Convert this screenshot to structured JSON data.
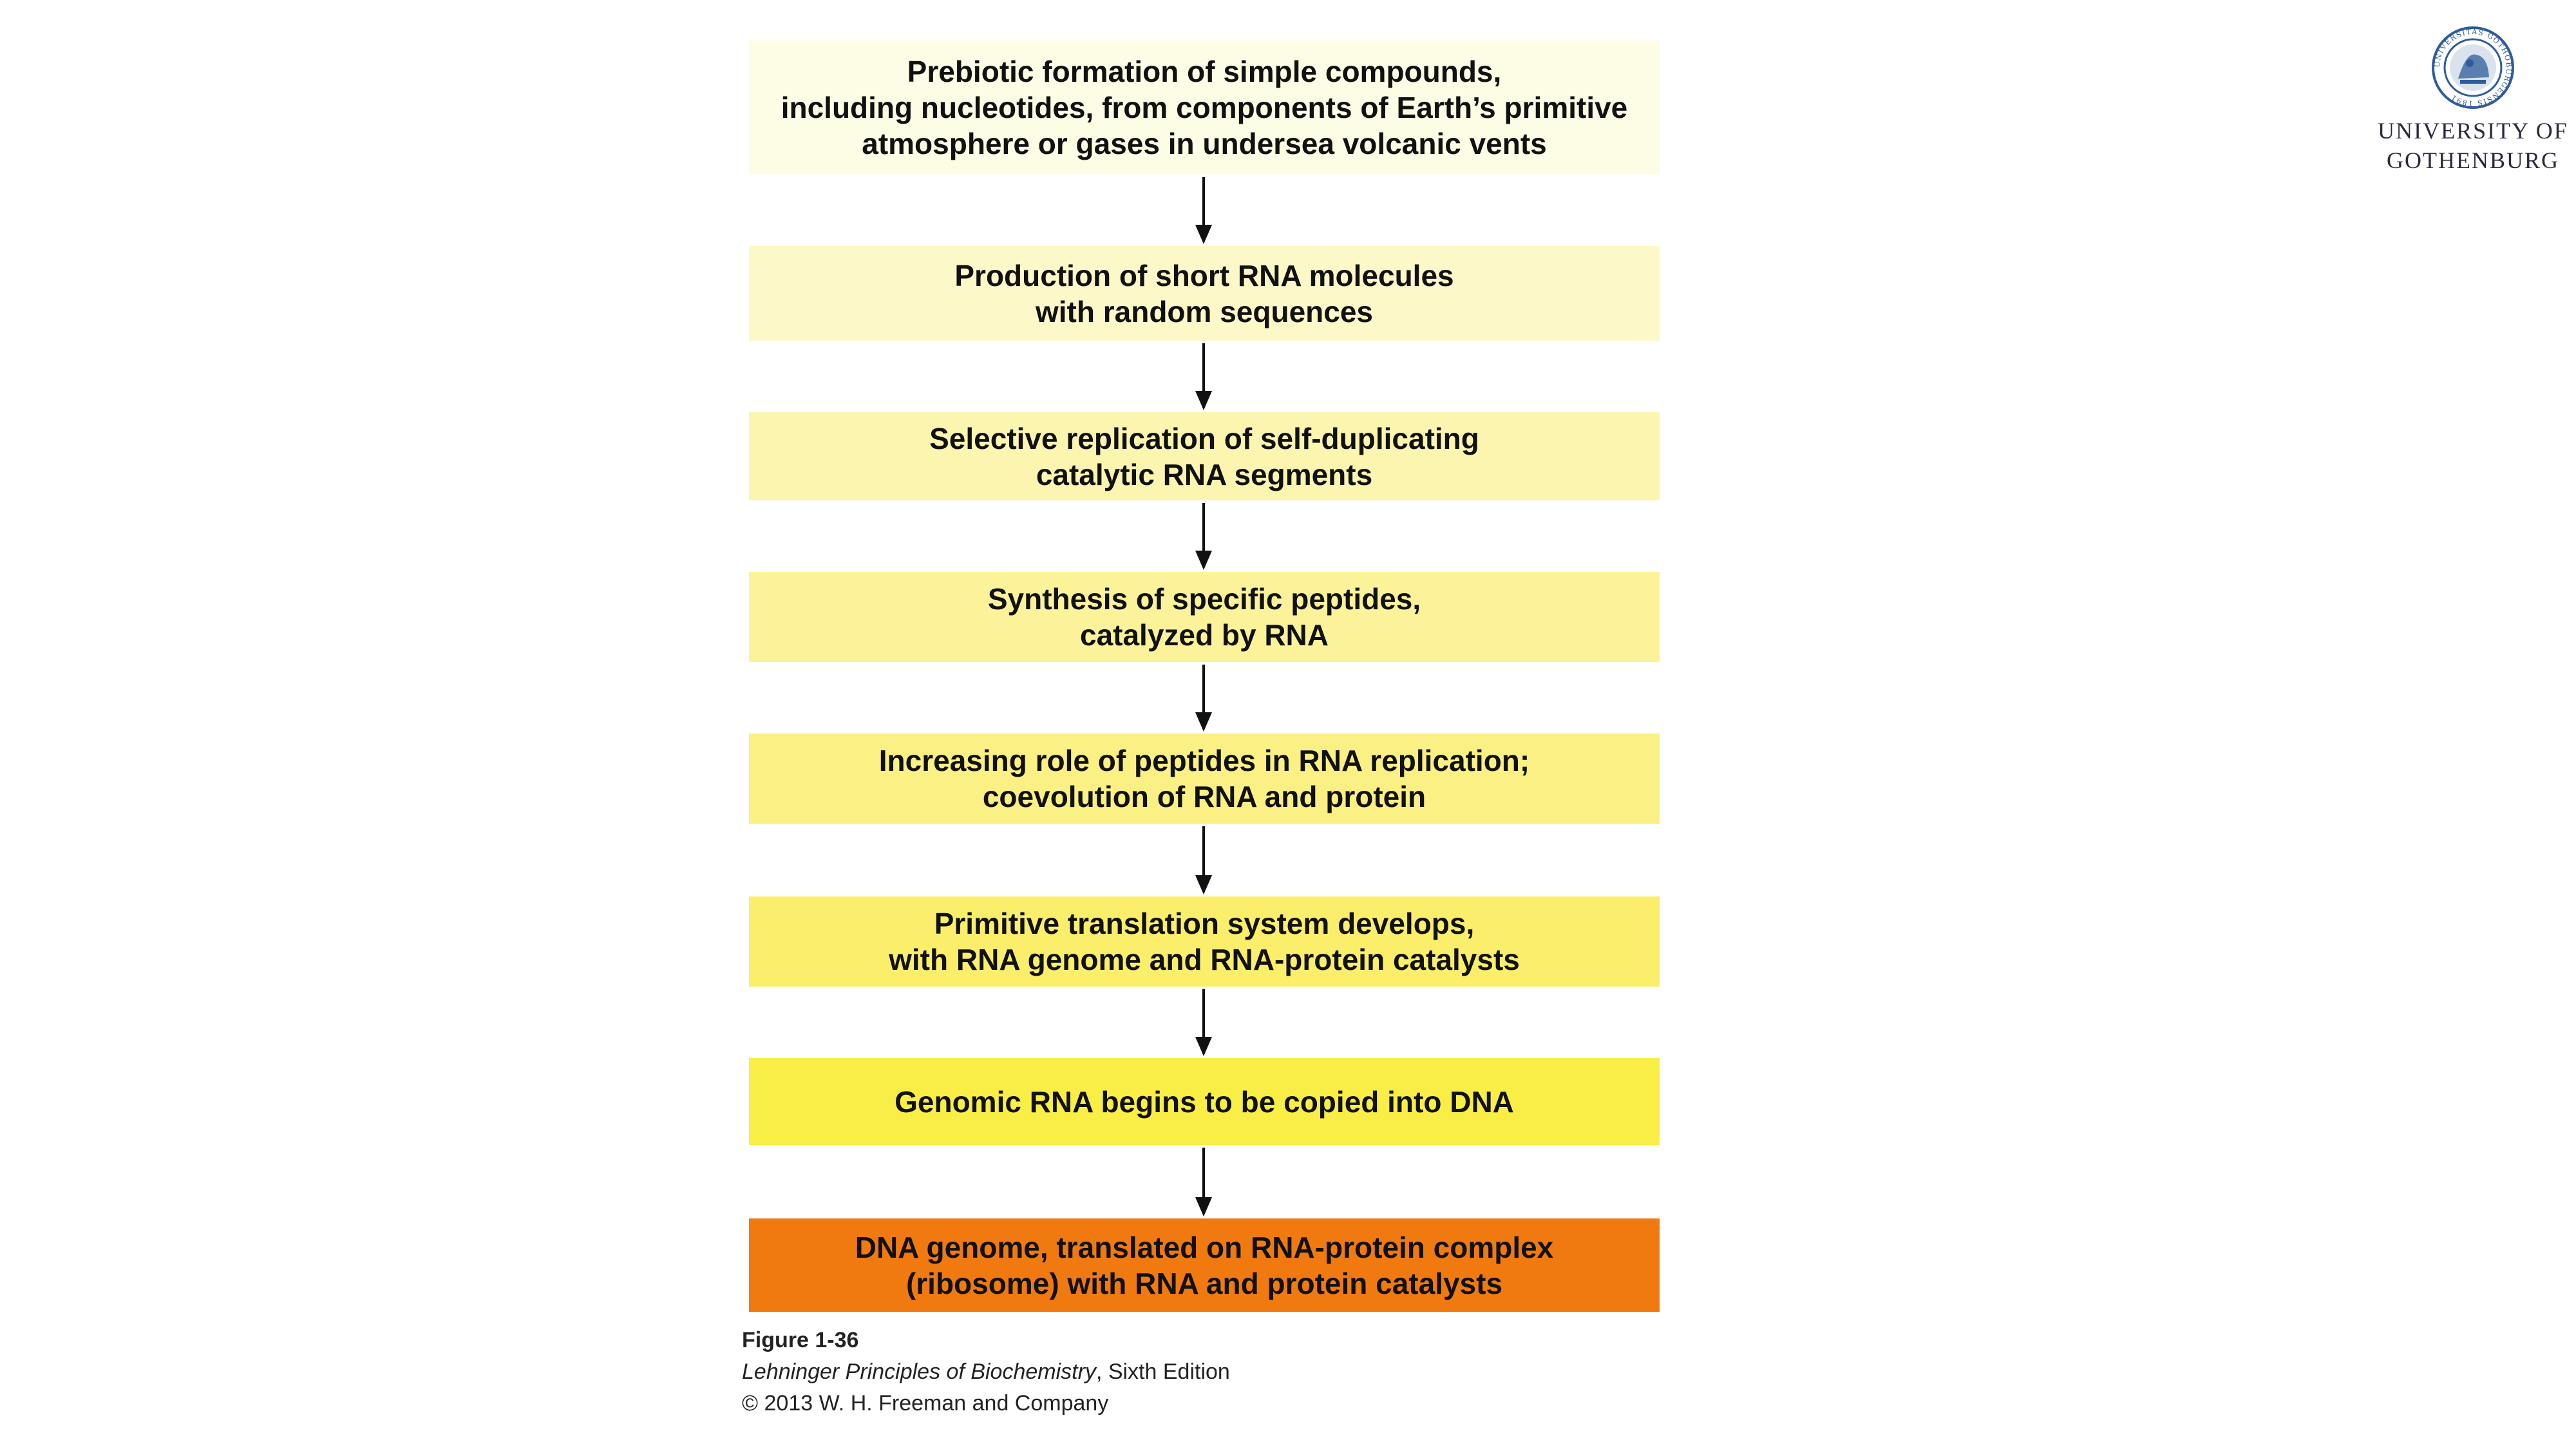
{
  "steps": [
    {
      "text": "Prebiotic formation of simple compounds,\nincluding nucleotides, from components of Earth’s primitive\natmosphere or gases in undersea volcanic vents",
      "color": "#FDFCE4"
    },
    {
      "text": "Production of short RNA molecules\nwith random sequences",
      "color": "#FCF8C8"
    },
    {
      "text": "Selective replication of self-duplicating\ncatalytic RNA segments",
      "color": "#FCF5B0"
    },
    {
      "text": "Synthesis of specific peptides,\ncatalyzed by RNA",
      "color": "#FBF29A"
    },
    {
      "text": "Increasing role of peptides in RNA replication;\ncoevolution of RNA and protein",
      "color": "#FBF083"
    },
    {
      "text": "Primitive translation system develops,\nwith RNA genome and RNA-protein catalysts",
      "color": "#FAEE6A"
    },
    {
      "text": "Genomic RNA begins to be copied into DNA",
      "color": "#F9EE45"
    },
    {
      "text": "DNA genome, translated on RNA-protein complex\n(ribosome) with RNA and protein catalysts",
      "color": "#F07A10"
    }
  ],
  "caption": {
    "figure": "Figure 1-36",
    "book_title": "Lehninger Principles of Biochemistry",
    "book_edition": ", Sixth Edition",
    "copyright": "© 2013 W. H. Freeman and Company"
  },
  "logo": {
    "line1": "UNIVERSITY OF",
    "line2": "GOTHENBURG",
    "seal_text": "UNIVERSITAS GOTHOBURGENSIS 1891",
    "seal_color": "#2E5C9A"
  }
}
